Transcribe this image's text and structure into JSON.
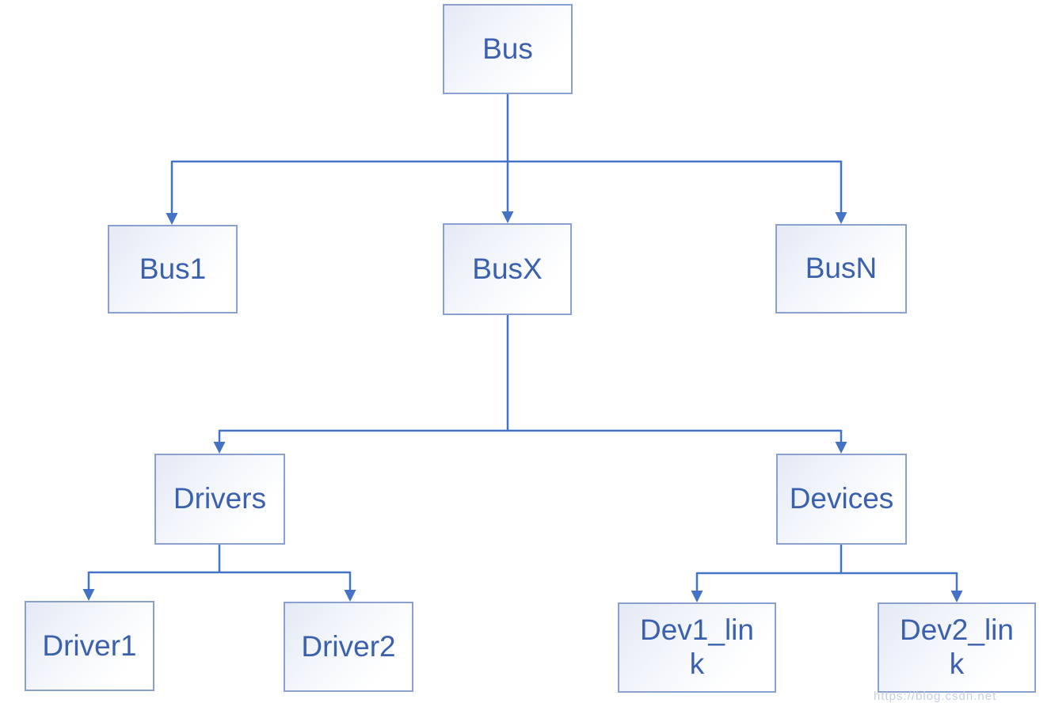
{
  "diagram": {
    "type": "tree",
    "nodes": {
      "bus": {
        "label": "Bus"
      },
      "bus1": {
        "label": "Bus1"
      },
      "busx": {
        "label": "BusX"
      },
      "busn": {
        "label": "BusN"
      },
      "drivers": {
        "label": "Drivers"
      },
      "devices": {
        "label": "Devices"
      },
      "driver1": {
        "label": "Driver1"
      },
      "driver2": {
        "label": "Driver2"
      },
      "dev1_link": {
        "label": "Dev1_link"
      },
      "dev2_link": {
        "label": "Dev2_link"
      }
    },
    "edges": [
      {
        "from": "Bus",
        "to": "Bus1"
      },
      {
        "from": "Bus",
        "to": "BusX"
      },
      {
        "from": "Bus",
        "to": "BusN"
      },
      {
        "from": "BusX",
        "to": "Drivers"
      },
      {
        "from": "BusX",
        "to": "Devices"
      },
      {
        "from": "Drivers",
        "to": "Driver1"
      },
      {
        "from": "Drivers",
        "to": "Driver2"
      },
      {
        "from": "Devices",
        "to": "Dev1_link"
      },
      {
        "from": "Devices",
        "to": "Dev2_link"
      }
    ],
    "colors": {
      "connector": "#4472c4",
      "box_border": "#8aa0cf",
      "box_fill_start": "#e4e9f5",
      "box_fill_end": "#ffffff",
      "label_text": "#3b60ae"
    }
  },
  "watermark": "https://blog.csdn.net"
}
